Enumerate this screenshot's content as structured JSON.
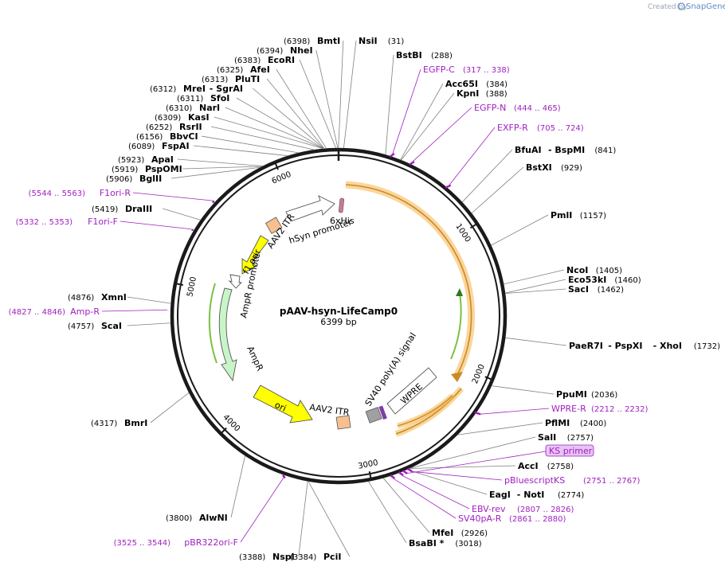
{
  "credit": {
    "text": "Created by",
    "brand": "SnapGene"
  },
  "plasmid": {
    "name": "pAAV-hsyn-LifeCamp0",
    "length": 6399,
    "length_label": "6399 bp"
  },
  "ticks": [
    "1000",
    "2000",
    "3000",
    "4000",
    "5000",
    "6000"
  ],
  "enzymes": [
    {
      "name": "BmtI",
      "pos": "(6398)",
      "site": 6398
    },
    {
      "name": "NheI",
      "pos": "(6394)",
      "site": 6394
    },
    {
      "name": "EcoRI",
      "pos": "(6383)",
      "site": 6383
    },
    {
      "name": "AfeI",
      "pos": "(6325)",
      "site": 6325
    },
    {
      "name": "PluTI",
      "pos": "(6313)",
      "site": 6313
    },
    {
      "name": "MreI",
      "name2": "- SgrAI",
      "pos": "(6312)",
      "site": 6312
    },
    {
      "name": "SfoI",
      "pos": "(6311)",
      "site": 6311
    },
    {
      "name": "NarI",
      "pos": "(6310)",
      "site": 6310
    },
    {
      "name": "KasI",
      "pos": "(6309)",
      "site": 6309
    },
    {
      "name": "RsrII",
      "pos": "(6252)",
      "site": 6252
    },
    {
      "name": "BbvCI",
      "pos": "(6156)",
      "site": 6156
    },
    {
      "name": "FspAI",
      "pos": "(6089)",
      "site": 6089
    },
    {
      "name": "ApaI",
      "pos": "(5923)",
      "site": 5923
    },
    {
      "name": "PspOMI",
      "pos": "(5919)",
      "site": 5919
    },
    {
      "name": "BglII",
      "pos": "(5906)",
      "site": 5906
    },
    {
      "name": "DraIII",
      "pos": "(5419)",
      "site": 5419
    },
    {
      "name": "XmnI",
      "pos": "(4876)",
      "site": 4876
    },
    {
      "name": "ScaI",
      "pos": "(4757)",
      "site": 4757
    },
    {
      "name": "BmrI",
      "pos": "(4317)",
      "site": 4317
    },
    {
      "name": "AlwNI",
      "pos": "(3800)",
      "site": 3800
    },
    {
      "name": "NspI",
      "pos": "(3388)",
      "site": 3388
    },
    {
      "name": "PciI",
      "pos": "(3384)",
      "site": 3384
    },
    {
      "name": "BsaBI *",
      "pos": "(3018)",
      "site": 3018
    },
    {
      "name": "MfeI",
      "pos": "(2926)",
      "site": 2926
    },
    {
      "name": "EagI",
      "name2": "- NotI",
      "pos": "(2774)",
      "site": 2774
    },
    {
      "name": "AccI",
      "pos": "(2758)",
      "site": 2758
    },
    {
      "name": "SalI",
      "pos": "(2757)",
      "site": 2757
    },
    {
      "name": "PflMI",
      "pos": "(2400)",
      "site": 2400
    },
    {
      "name": "PpuMI",
      "pos": "(2036)",
      "site": 2036
    },
    {
      "name": "PaeR7I",
      "name2": "- PspXI",
      "name3": "- XhoI",
      "pos": "(1732)",
      "site": 1732
    },
    {
      "name": "SacI",
      "pos": "(1462)",
      "site": 1462
    },
    {
      "name": "Eco53kI",
      "pos": "(1460)",
      "site": 1460
    },
    {
      "name": "NcoI",
      "pos": "(1405)",
      "site": 1405
    },
    {
      "name": "PmlI",
      "pos": "(1157)",
      "site": 1157
    },
    {
      "name": "BstXI",
      "pos": "(929)",
      "site": 929
    },
    {
      "name": "BfuAI",
      "name2": "- BspMI",
      "pos": "(841)",
      "site": 841
    },
    {
      "name": "KpnI",
      "pos": "(388)",
      "site": 388
    },
    {
      "name": "Acc65I",
      "pos": "(384)",
      "site": 384
    },
    {
      "name": "BstBI",
      "pos": "(288)",
      "site": 288
    },
    {
      "name": "NsiI",
      "pos": "(31)",
      "site": 31
    }
  ],
  "primers": [
    {
      "name": "EGFP-C",
      "pos": "(317 .. 338)",
      "site": 327
    },
    {
      "name": "EGFP-N",
      "pos": "(444 .. 465)",
      "site": 455
    },
    {
      "name": "EXFP-R",
      "pos": "(705 .. 724)",
      "site": 714
    },
    {
      "name": "WPRE-R",
      "pos": "(2212 .. 2232)",
      "site": 2222
    },
    {
      "name": "KS primer",
      "pos": "",
      "site": 2790
    },
    {
      "name": "pBluescriptKS",
      "pos": "(2751 .. 2767)",
      "site": 2759
    },
    {
      "name": "EBV-rev",
      "pos": "(2807 .. 2826)",
      "site": 2816
    },
    {
      "name": "SV40pA-R",
      "pos": "(2861 .. 2880)",
      "site": 2870
    },
    {
      "name": "pBR322ori-F",
      "pos": "(3525 .. 3544)",
      "site": 3534
    },
    {
      "name": "Amp-R",
      "pos": "(4827 .. 4846)",
      "site": 4836
    },
    {
      "name": "F1ori-F",
      "pos": "(5332 .. 5353)",
      "site": 5342
    },
    {
      "name": "F1ori-R",
      "pos": "(5544 .. 5563)",
      "site": 5553
    }
  ],
  "features": [
    {
      "name": "6xHis",
      "color": "#c77a9a"
    },
    {
      "name": "hSyn promoter",
      "color": "#ffffff"
    },
    {
      "name": "AAV2 ITR",
      "color": "#f7c08e"
    },
    {
      "name": "f1 ori",
      "color": "#ffff00"
    },
    {
      "name": "AmpR promoter",
      "color": "#ffffff"
    },
    {
      "name": "AmpR",
      "color": "#c8f5c8"
    },
    {
      "name": "ori",
      "color": "#ffff00"
    },
    {
      "name": "AAV2 ITR",
      "color": "#f7c08e"
    },
    {
      "name": "SV40 poly(A) signal",
      "color": "#a0a0a0"
    },
    {
      "name": "WPRE",
      "color": "#ffffff"
    }
  ],
  "colors": {
    "enzyme": "#000000",
    "primer": "#a020c0",
    "highlight": "#f5b54a",
    "ks_box": "#e7c4f3"
  }
}
